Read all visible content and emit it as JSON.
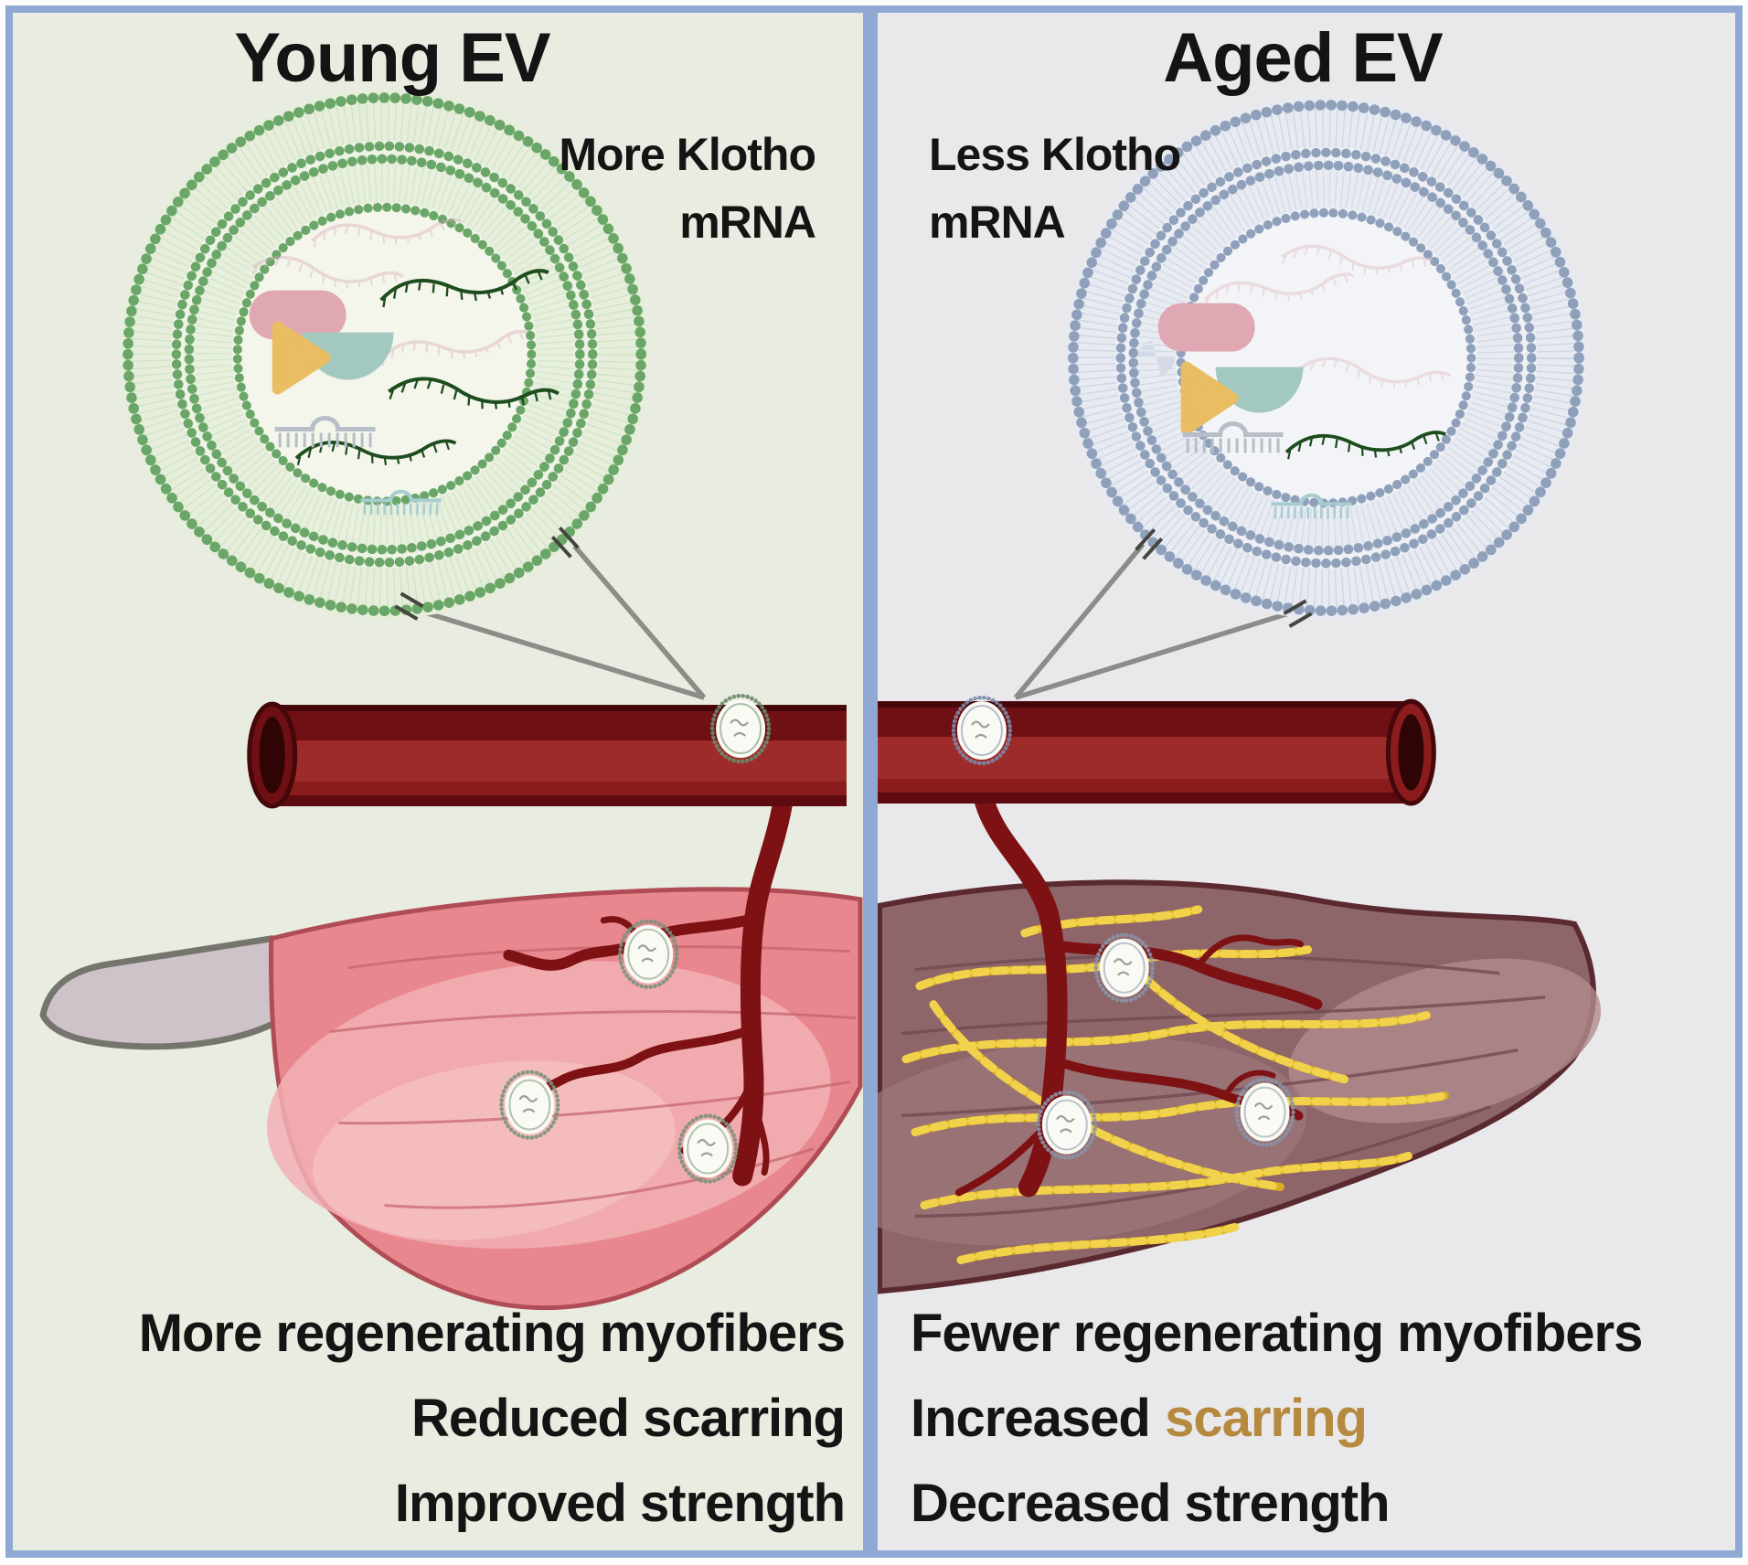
{
  "figure": {
    "young": {
      "title": "Young EV",
      "cargo_line1": "More Klotho",
      "cargo_line2": "mRNA",
      "outcome1": "More regenerating myofibers",
      "outcome2": "Reduced scarring",
      "outcome3": "Improved strength"
    },
    "aged": {
      "title": "Aged EV",
      "cargo_line1": "Less Klotho",
      "cargo_line2": "mRNA",
      "outcome1": "Fewer regenerating myofibers",
      "outcome2_prefix": "Increased",
      "outcome2_highlight": "scarring",
      "outcome3": "Decreased strength"
    },
    "colors": {
      "young_panel_bg": "#e9ece0",
      "aged_panel_bg": "#e9e9eb",
      "frame_blue": "#8fa9d4",
      "membrane_green": "#69a667",
      "membrane_blue": "#8fa0bb",
      "vessel_red": "#9c2b29",
      "vessel_dark": "#6e1014",
      "muscle_young_pink": "#e8888e",
      "muscle_aged_mauve": "#8e666a",
      "tendon_gray": "#cdc3c8",
      "scar_fiber_yellow": "#d9ad22",
      "scarring_text_gold": "#b5893e",
      "mrna_dark_green": "#1e4d1e",
      "callout_gray": "#8a8d88"
    }
  }
}
